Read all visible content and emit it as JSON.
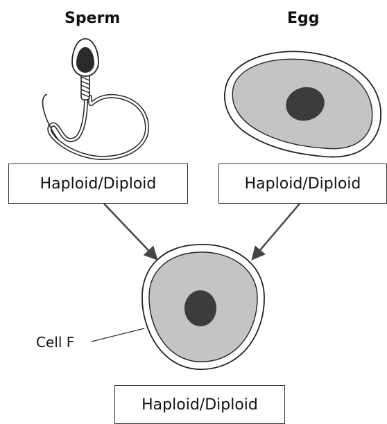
{
  "sperm": {
    "title": "Sperm",
    "box_label": "Haploid/Diploid"
  },
  "egg": {
    "title": "Egg",
    "box_label": "Haploid/Diploid"
  },
  "cell_f": {
    "label": "Cell F",
    "box_label": "Haploid/Diploid"
  },
  "colors": {
    "cytoplasm": "#c4c4c4",
    "nucleus": "#3c3c3c",
    "outline": "#222222"
  }
}
